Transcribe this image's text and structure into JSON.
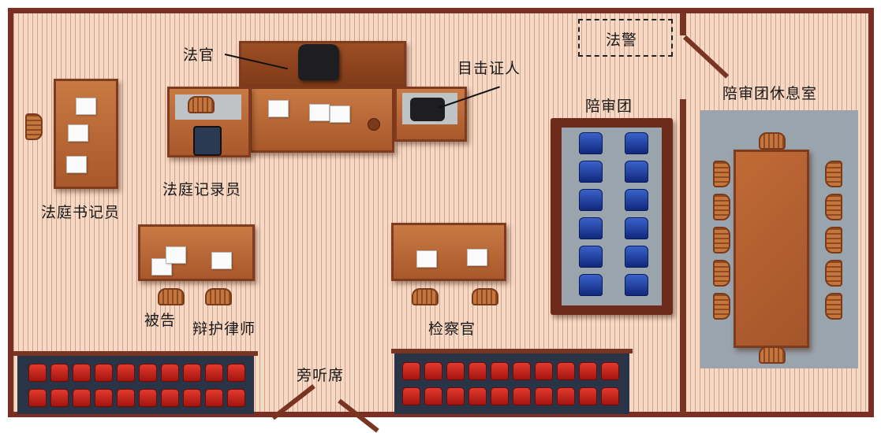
{
  "labels": {
    "judge": "法官",
    "witness": "目击证人",
    "bailiff": "法警",
    "jury": "陪审团",
    "jury_room": "陪审团休息室",
    "court_recorder": "法庭记录员",
    "court_clerk": "法庭书记员",
    "defendant": "被告",
    "defense_lawyer": "辩护律师",
    "prosecutor": "检察官",
    "gallery": "旁听席"
  },
  "colors": {
    "wall": "#7a2f22",
    "floor": "#f6d9c4",
    "desk": "#b8642f",
    "jury_seat": "#1f3fa8",
    "gallery_seat": "#c8221a",
    "jury_room_carpet": "#9aa4ad"
  },
  "counts": {
    "jury_seats": 12,
    "gallery_seats": 40,
    "jury_room_chairs": 12
  }
}
